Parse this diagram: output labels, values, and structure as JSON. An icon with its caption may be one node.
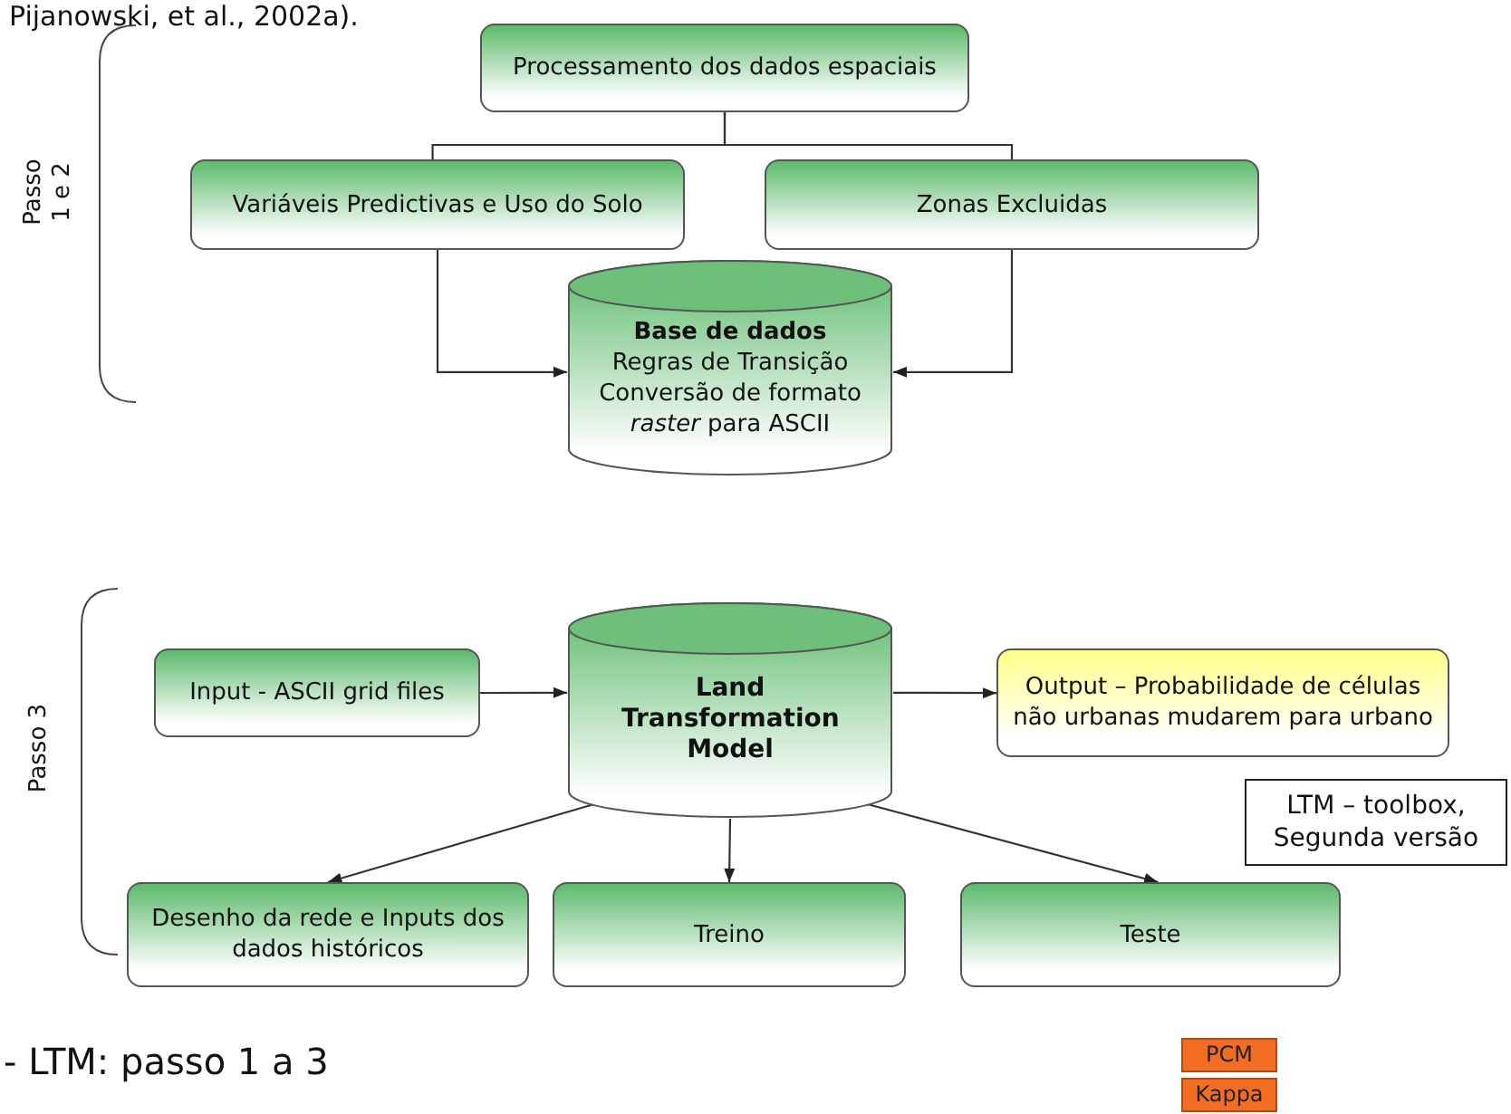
{
  "diagram": {
    "nodes": [
      {
        "text": [
          "Processamento dos dados espaciais"
        ]
      },
      {
        "text": [
          "Variáveis Predictivas e Uso do Solo"
        ]
      },
      {
        "text": [
          "Zonas Excluidas"
        ]
      },
      {
        "text": [
          "Base de dados",
          "Regras de Transição",
          "Conversão de formato *raster* para ASCII"
        ]
      },
      {
        "text": [
          "Input - ASCII grid files"
        ]
      },
      {
        "text": [
          "Land Transformation Model"
        ]
      },
      {
        "text": [
          "Output – Probabilidade de células não urbanas mudarem para urbano"
        ]
      },
      {
        "text": [
          "Desenho da rede e Inputs dos dados históricos"
        ]
      },
      {
        "text": [
          "Treino"
        ]
      },
      {
        "text": [
          "Teste"
        ]
      },
      {
        "text": [
          "LTM – toolbox, Segunda versão"
        ]
      },
      {
        "text": [
          "PCM"
        ]
      },
      {
        "text": [
          "Kappa"
        ]
      }
    ],
    "edges": [
      {
        "from": 0,
        "to": 1,
        "arrow": "none"
      },
      {
        "from": 0,
        "to": 2,
        "arrow": "none"
      },
      {
        "from": 1,
        "to": 3,
        "arrow": "to"
      },
      {
        "from": 2,
        "to": 3,
        "arrow": "to"
      },
      {
        "from": 4,
        "to": 5,
        "arrow": "to"
      },
      {
        "from": 5,
        "to": 6,
        "arrow": "to"
      },
      {
        "from": 5,
        "to": 7,
        "arrow": "to"
      },
      {
        "from": 5,
        "to": 8,
        "arrow": "to"
      },
      {
        "from": 5,
        "to": 9,
        "arrow": "to"
      }
    ],
    "labels": [
      "Pijanowski, et al., 2002a).",
      "Passo 1 e 2",
      "Passo 3",
      "- LTM: passo 1 a 3"
    ]
  }
}
